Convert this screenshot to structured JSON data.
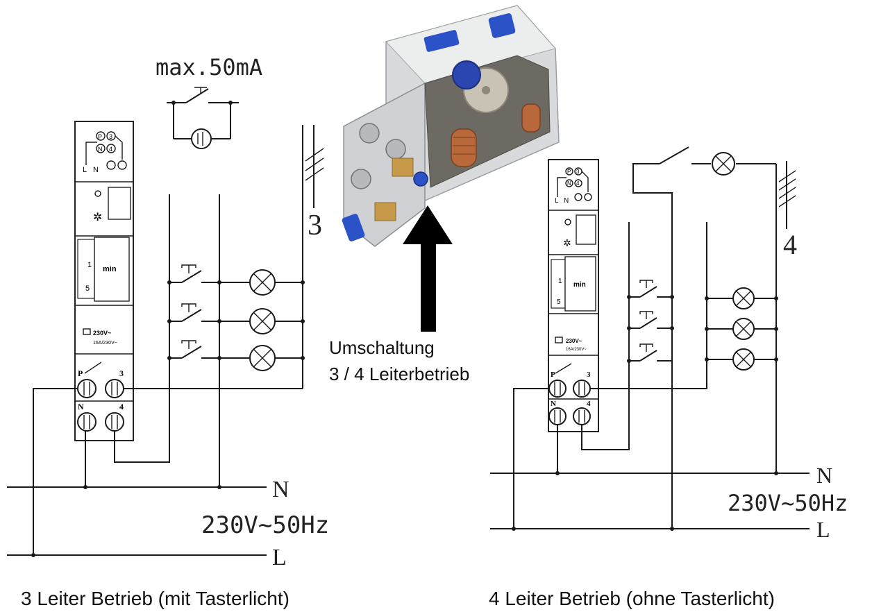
{
  "left": {
    "max_current": "max.50mA",
    "conductor_count": "3",
    "n_label": "N",
    "l_label": "L",
    "supply": "230V~50Hz",
    "caption": "3 Leiter Betrieb (mit Tasterlicht)"
  },
  "right": {
    "conductor_count": "4",
    "n_label": "N",
    "l_label": "L",
    "supply": "230V~50Hz",
    "caption": "4 Leiter Betrieb (ohne Tasterlicht)"
  },
  "device": {
    "terminals_top": [
      "P",
      "3"
    ],
    "terminals_mid": [
      "N",
      "4"
    ],
    "terminals_bottom": [
      "L",
      "N"
    ],
    "dial_label": "min",
    "dial_ticks": [
      "1",
      "5"
    ],
    "rating_1": "230V~",
    "rating_2": "16A/230V~",
    "relay_terminal_p": "P",
    "relay_terminal_3": "3",
    "relay_terminal_n": "N",
    "relay_terminal_4": "4"
  },
  "photo": {
    "caption_line1": "Umschaltung",
    "caption_line2": "3 / 4 Leiterbetrieb"
  }
}
